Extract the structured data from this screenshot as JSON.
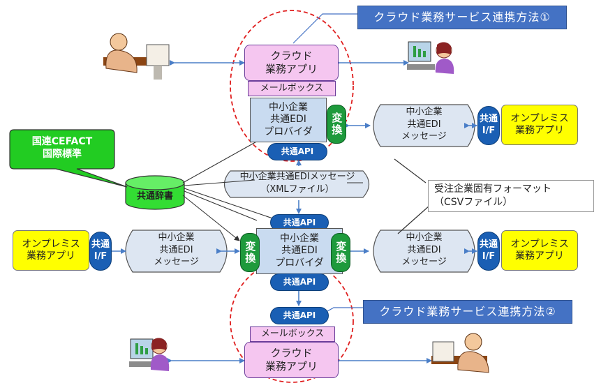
{
  "titles": {
    "method1": "クラウド業務サービス連携方法①",
    "method2": "クラウド業務サービス連携方法②"
  },
  "top": {
    "cloud_app": "クラウド\n業務アプリ",
    "mailbox": "メールボックス",
    "provider": "中小企業\n共通EDI\nプロバイダ",
    "convert": "変換",
    "api": "共通API"
  },
  "middle": {
    "api_upper": "共通API",
    "api_lower": "共通API",
    "provider": "中小企業\n共通EDI\nプロバイダ",
    "convert_left": "変換",
    "convert_right": "変換",
    "xml_message": "中小企業共通EDIメッセージ\n（XMLファイル）"
  },
  "bottom": {
    "api": "共通API",
    "mailbox": "メールボックス",
    "cloud_app": "クラウド\n業務アプリ"
  },
  "edi_message": "中小企業\n共通EDI\nメッセージ",
  "common_if": "共通\nI/F",
  "onprem_app": "オンプレミス\n業務アプリ",
  "dictionary": "共通辞書",
  "cefact_callout": "国連CEFACT\n国際標準",
  "csv_note": "受注企業固有フォーマット\n（CSVファイル）",
  "colors": {
    "title_bg": "#4472c4",
    "cloud_app_bg": "#f5c6f0",
    "provider_bg": "#c9dbf0",
    "convert_bg": "#1e9a3c",
    "api_bg": "#1a5fb4",
    "onprem_bg": "#ffff00",
    "dictionary_bg": "#33dd33",
    "dashed_circle": "#e02020"
  }
}
